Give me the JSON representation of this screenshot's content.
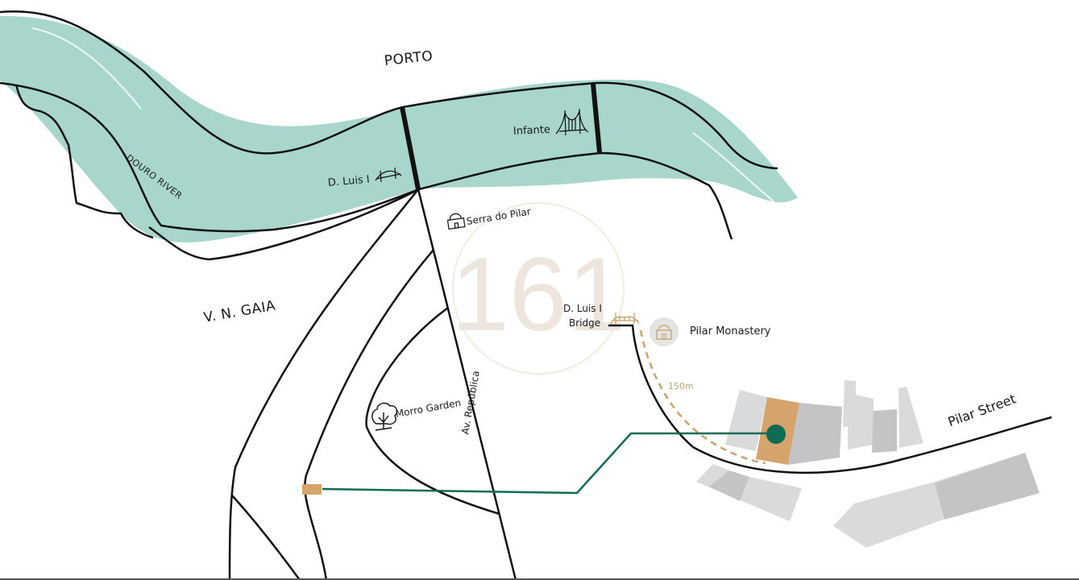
{
  "map": {
    "cities": [
      {
        "label": "PORTO"
      },
      {
        "label": "V. N. GAIA"
      }
    ],
    "river": {
      "label": "DOURO RIVER",
      "color": "#a8d5cc"
    },
    "bridges": [
      {
        "label": "D. Luis I",
        "icon": "bridge-icon"
      },
      {
        "label": "Infante",
        "icon": "suspension-bridge-icon"
      }
    ],
    "landmarks": [
      {
        "label": "Serra do Pilar",
        "icon": "monastery-icon"
      },
      {
        "label": "Morro Garden",
        "icon": "tree-icon"
      },
      {
        "label": "Pilar Monastery",
        "icon": "monastery-icon"
      }
    ],
    "bridge_callout": {
      "line1": "D. Luis I",
      "line2": "Bridge"
    },
    "streets": [
      {
        "label": "Av. República"
      },
      {
        "label": "Pilar Street"
      }
    ],
    "distance": {
      "label": "150m"
    },
    "watermark": {
      "text": "161"
    },
    "colors": {
      "river": "#a8d5cc",
      "road": "#111111",
      "accent_gold": "#c9a36a",
      "property": "#d4a46c",
      "marker_green": "#0e6b55",
      "building_light": "#d9dadb",
      "building_dark": "#c3c4c6",
      "watermark": "#efe4d6"
    }
  }
}
